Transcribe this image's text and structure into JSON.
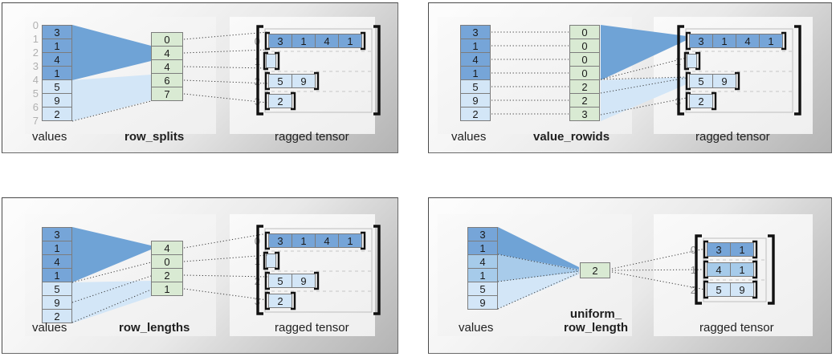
{
  "figure": {
    "title": "RaggedTensor encodings",
    "colors": {
      "values_dark": "#76a5d8",
      "values_mid": "#a6cbea",
      "values_light": "#d3e6f7",
      "partition_green": "#d9ead3",
      "panel_border": "#4a4a4a",
      "gutter_text": "#b0b0b0",
      "row_index_text": "#8d8d8d",
      "bracket": "#111111"
    }
  },
  "panels": [
    {
      "id": "row_splits",
      "values_caption": "values",
      "partition_caption": "row_splits",
      "partition_caption_lines": [
        "row_splits"
      ],
      "tensor_caption": "ragged tensor",
      "values": [
        "3",
        "1",
        "4",
        "1",
        "5",
        "9",
        "2"
      ],
      "values_shades": [
        "dark",
        "dark",
        "dark",
        "dark",
        "light",
        "light",
        "light"
      ],
      "gutter_indices": [
        "0",
        "1",
        "2",
        "3",
        "4",
        "5",
        "6",
        "7"
      ],
      "partition": [
        "0",
        "4",
        "4",
        "6",
        "7"
      ],
      "tensor_row_indices": [
        "0",
        "1",
        "2",
        "3"
      ],
      "tensor_rows": [
        {
          "index": "0",
          "cells": [
            "3",
            "1",
            "4",
            "1"
          ],
          "shade": "dark"
        },
        {
          "index": "1",
          "cells": [],
          "shade": "light"
        },
        {
          "index": "2",
          "cells": [
            "5",
            "9"
          ],
          "shade": "light"
        },
        {
          "index": "3",
          "cells": [
            "2"
          ],
          "shade": "light"
        }
      ]
    },
    {
      "id": "value_rowids",
      "values_caption": "values",
      "partition_caption": "value_rowids",
      "partition_caption_lines": [
        "value_rowids"
      ],
      "tensor_caption": "ragged tensor",
      "values": [
        "3",
        "1",
        "4",
        "1",
        "5",
        "9",
        "2"
      ],
      "values_shades": [
        "dark",
        "dark",
        "dark",
        "dark",
        "light",
        "light",
        "light"
      ],
      "gutter_indices": [],
      "partition": [
        "0",
        "0",
        "0",
        "0",
        "2",
        "2",
        "3"
      ],
      "tensor_row_indices": [
        "0",
        "1",
        "2",
        "3"
      ],
      "tensor_rows": [
        {
          "index": "0",
          "cells": [
            "3",
            "1",
            "4",
            "1"
          ],
          "shade": "dark"
        },
        {
          "index": "1",
          "cells": [],
          "shade": "light"
        },
        {
          "index": "2",
          "cells": [
            "5",
            "9"
          ],
          "shade": "light"
        },
        {
          "index": "3",
          "cells": [
            "2"
          ],
          "shade": "light"
        }
      ]
    },
    {
      "id": "row_lengths",
      "values_caption": "values",
      "partition_caption": "row_lengths",
      "partition_caption_lines": [
        "row_lengths"
      ],
      "tensor_caption": "ragged tensor",
      "values": [
        "3",
        "1",
        "4",
        "1",
        "5",
        "9",
        "2"
      ],
      "values_shades": [
        "dark",
        "dark",
        "dark",
        "dark",
        "light",
        "light",
        "light"
      ],
      "gutter_indices": [],
      "partition": [
        "4",
        "0",
        "2",
        "1"
      ],
      "tensor_row_indices": [
        "0",
        "1",
        "2",
        "3"
      ],
      "tensor_rows": [
        {
          "index": "0",
          "cells": [
            "3",
            "1",
            "4",
            "1"
          ],
          "shade": "dark"
        },
        {
          "index": "1",
          "cells": [],
          "shade": "light"
        },
        {
          "index": "2",
          "cells": [
            "5",
            "9"
          ],
          "shade": "light"
        },
        {
          "index": "3",
          "cells": [
            "2"
          ],
          "shade": "light"
        }
      ]
    },
    {
      "id": "uniform_row_length",
      "values_caption": "values",
      "partition_caption": "uniform_ row_length",
      "partition_caption_lines": [
        "uniform_",
        "row_length"
      ],
      "tensor_caption": "ragged tensor",
      "values": [
        "3",
        "1",
        "4",
        "1",
        "5",
        "9"
      ],
      "values_shades": [
        "dark",
        "dark",
        "mid",
        "mid",
        "light",
        "light"
      ],
      "gutter_indices": [],
      "partition": [
        "2"
      ],
      "tensor_row_indices": [
        "0",
        "1",
        "2"
      ],
      "tensor_rows": [
        {
          "index": "0",
          "cells": [
            "3",
            "1"
          ],
          "shade": "dark"
        },
        {
          "index": "1",
          "cells": [
            "4",
            "1"
          ],
          "shade": "mid"
        },
        {
          "index": "2",
          "cells": [
            "5",
            "9"
          ],
          "shade": "light"
        }
      ]
    }
  ]
}
